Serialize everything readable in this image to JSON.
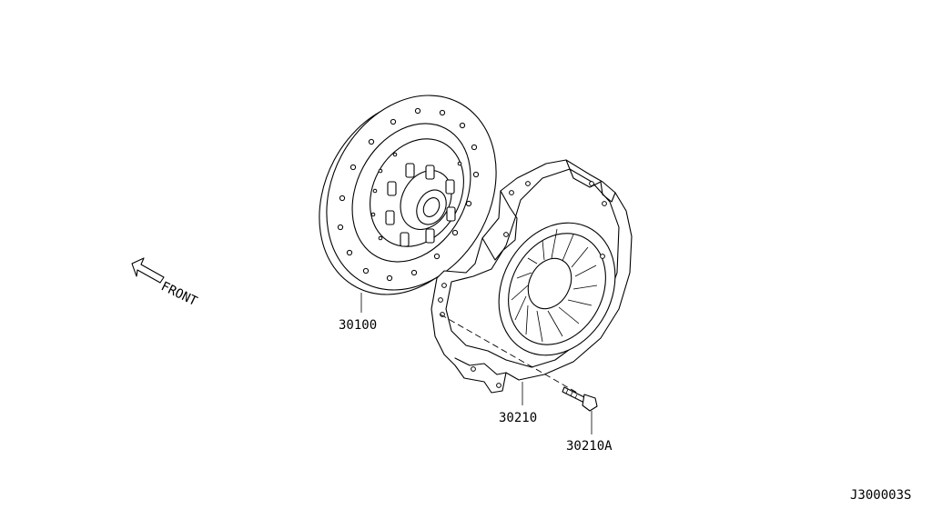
{
  "labels": {
    "clutch_disc": "30100",
    "pressure_plate": "30210",
    "bolt": "30210A",
    "front": "FRONT",
    "figure_id": "J300003S"
  },
  "icons": {
    "front_arrow": "front-arrow-icon"
  }
}
